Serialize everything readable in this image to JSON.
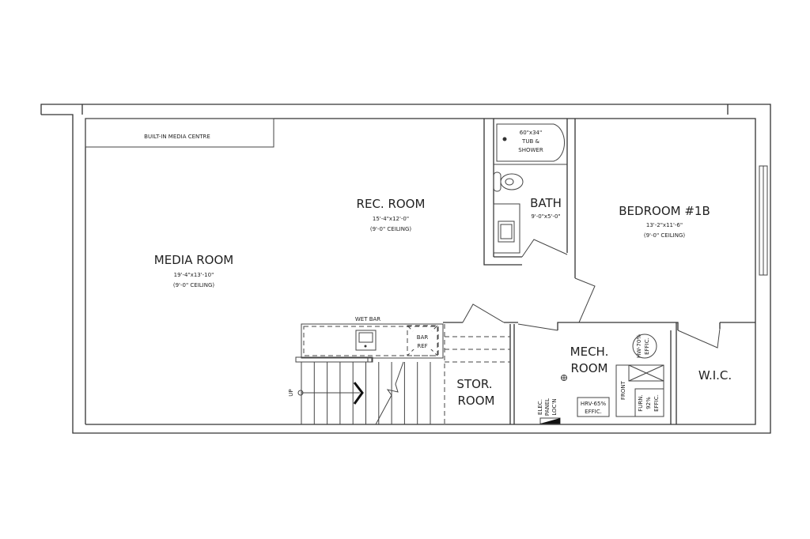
{
  "rooms": {
    "media": {
      "name": "MEDIA ROOM",
      "size": "19'-4\"x13'-10\"",
      "ceiling": "(9'-0\" CEILING)"
    },
    "rec": {
      "name": "REC. ROOM",
      "size": "15'-4\"x12'-0\"",
      "ceiling": "(9'-0\" CEILING)"
    },
    "bath": {
      "name": "BATH",
      "size": "9'-0\"x5'-0\""
    },
    "bedroom": {
      "name": "BEDROOM #1B",
      "size": "13'-2\"x11'-6\"",
      "ceiling": "(9'-0\" CEILING)"
    },
    "mech": {
      "name_line1": "MECH.",
      "name_line2": "ROOM"
    },
    "stor": {
      "name_line1": "STOR.",
      "name_line2": "ROOM"
    },
    "wic": {
      "name": "W.I.C."
    }
  },
  "fixtures": {
    "media_centre": "BUILT-IN MEDIA CENTRE",
    "tub": [
      "60\"x34\"",
      "TUB &",
      "SHOWER"
    ],
    "wet_bar": "WET BAR",
    "bar_ref": [
      "BAR",
      "REF"
    ],
    "stairs_up": "UP",
    "hw": [
      "HW-70%",
      "EFFIC."
    ],
    "hrv": [
      "HRV-65%",
      "EFFIC."
    ],
    "furnace": [
      "FURN.",
      "92%",
      "EFFIC."
    ],
    "front": "FRONT",
    "elec_panel": [
      "ELEC.",
      "PANEL",
      "LOC'N"
    ]
  }
}
